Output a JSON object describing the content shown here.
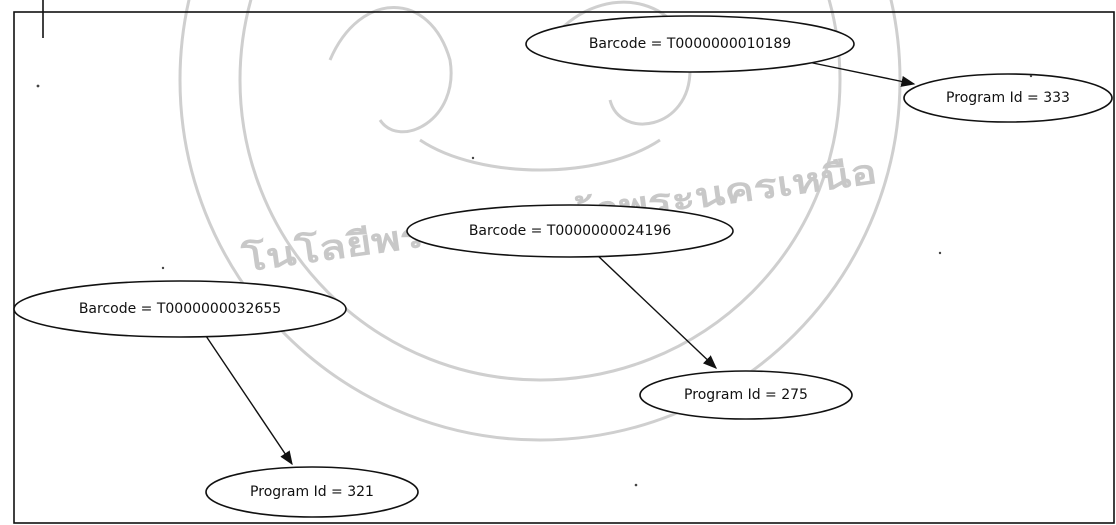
{
  "watermark": {
    "seal_text": "โนโลยีพระจอมเกล้าพระนครเหนือ"
  },
  "nodes": {
    "barcode_10189": "Barcode = T0000000010189",
    "program_333": "Program Id = 333",
    "barcode_24196": "Barcode = T0000000024196",
    "program_275": "Program Id = 275",
    "barcode_32655": "Barcode = T0000000032655",
    "program_321": "Program Id = 321"
  }
}
